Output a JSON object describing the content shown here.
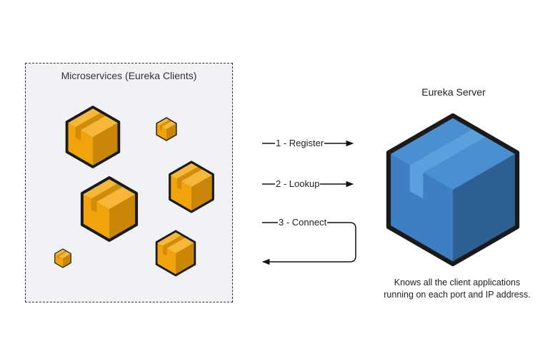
{
  "clients": {
    "title": "Microservices (Eureka Clients)",
    "box_color": "#f1f2f5",
    "cube_color": "#f0a30a",
    "cube_icon": "box-icon",
    "cube_count": 6
  },
  "server": {
    "title": "Eureka Server",
    "description_line1": "Knows all the client applications",
    "description_line2": "running on each port and IP address.",
    "cube_color": "#3d7fc1",
    "cube_icon": "box-icon"
  },
  "arrows": [
    {
      "label": "1 - Register",
      "direction": "to-server"
    },
    {
      "label": "2 - Lookup",
      "direction": "to-server"
    },
    {
      "label": "3 - Connect",
      "direction": "to-clients"
    }
  ]
}
